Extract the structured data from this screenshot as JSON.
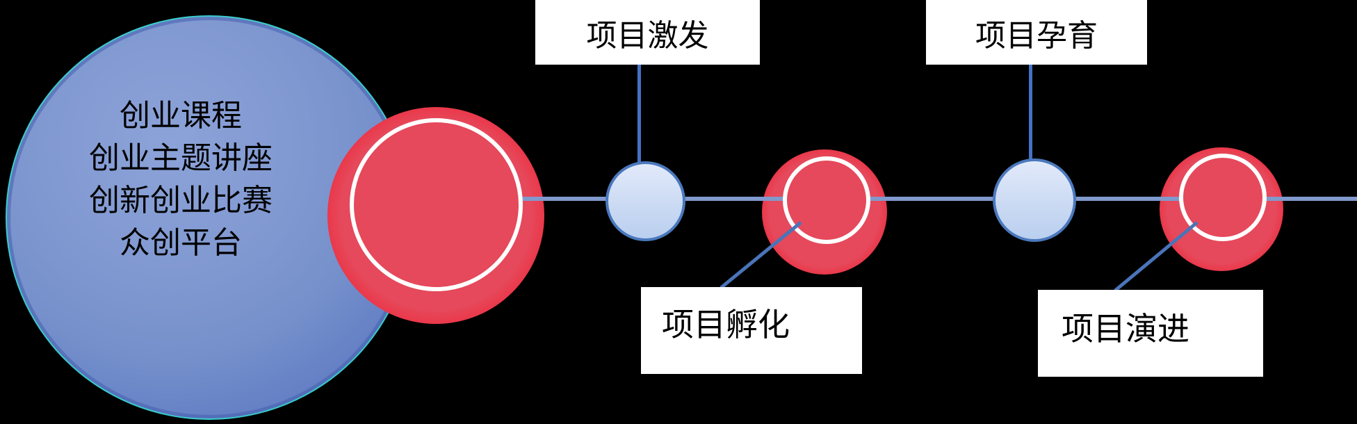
{
  "diagram": {
    "source_circle": {
      "lines": [
        "创业课程",
        "创业主题讲座",
        "创新创业比赛",
        "众创平台"
      ]
    },
    "timeline": {
      "stages": [
        {
          "label": "项目激发",
          "node": "blue",
          "label_position": "top"
        },
        {
          "label": "项目孵化",
          "node": "red",
          "label_position": "bottom"
        },
        {
          "label": "项目孕育",
          "node": "blue",
          "label_position": "top"
        },
        {
          "label": "项目演进",
          "node": "red",
          "label_position": "bottom"
        }
      ]
    },
    "colors": {
      "background": "#000000",
      "source_circle_fill": "#7E95CD",
      "source_circle_rim": "#2FD8CE",
      "red_node_fill": "#E5495B",
      "red_node_glow": "#FA0C0C",
      "red_node_ring": "#FFFFFF",
      "blue_node_fill": "#CFE0F6",
      "blue_node_border": "#4A78BC",
      "spine_line": "#8199CC",
      "connector_line": "#4472C4",
      "label_background": "#FFFFFF",
      "text": "#000000"
    }
  }
}
